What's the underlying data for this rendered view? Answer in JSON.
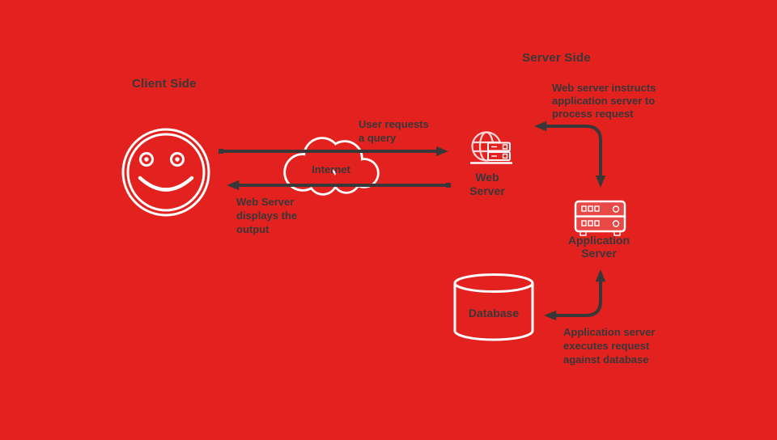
{
  "title": "Client-server request flow diagram",
  "canvas": {
    "colors": {
      "bg": "#e3211e",
      "ink": "#383838",
      "line": "#ffffff",
      "tint": "#ffd9d9"
    }
  },
  "headings": {
    "client_side": "Client Side",
    "server_side": "Server Side"
  },
  "nodes": {
    "client": {
      "icon": "smiley-face-icon"
    },
    "internet": {
      "label": "Internet",
      "icon": "internet-cloud-icon"
    },
    "web_server": {
      "label": "Web\nServer",
      "icon": "web-server-icon"
    },
    "application_server": {
      "label": "Application\nServer",
      "icon": "application-server-icon"
    },
    "database": {
      "label": "Database",
      "icon": "database-cylinder-icon"
    }
  },
  "annotations": {
    "user_request": "User requests\na query",
    "server_response": "Web Server\ndisplays the\noutput",
    "web_to_app": "Web server instructs\napplication server to\nprocess request",
    "app_to_db": "Application server\nexecutes request\nagainst database"
  }
}
